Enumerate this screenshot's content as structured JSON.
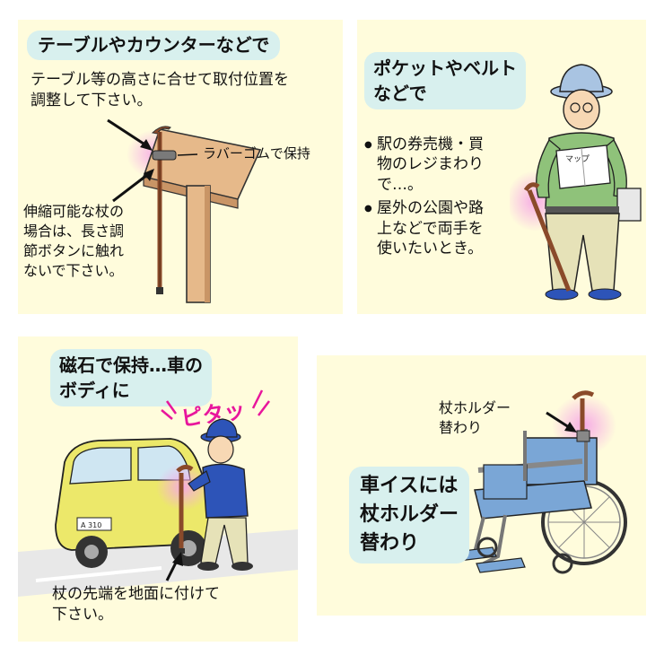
{
  "panel_table": {
    "title": "テーブルやカウンターなどで",
    "desc_line1": "テーブル等の高さに合せて取付位置を",
    "desc_line2": "調整して下さい。",
    "rubber_label": "ラバーゴムで保持",
    "note_line1": "伸縮可能な杖の",
    "note_line2": "場合は、長さ調",
    "note_line3": "節ボタンに触れ",
    "note_line4": "ないで下さい。"
  },
  "panel_pocket": {
    "title_line1": "ポケットやベルト",
    "title_line2": "などで",
    "bullet1_line1": "駅の券売機・買",
    "bullet1_line2": "物のレジまわり",
    "bullet1_line3": "で…。",
    "bullet2_line1": "屋外の公園や路",
    "bullet2_line2": "上などで両手を",
    "bullet2_line3": "使いたいとき。",
    "bullet_mark": "●",
    "map_label": "マップ"
  },
  "panel_magnet": {
    "title_line1": "磁石で保持…車の",
    "title_line2": "ボディに",
    "sfx": "ピタッ",
    "note_line1": "杖の先端を地面に付けて",
    "note_line2": "下さい。",
    "plate": "A 310"
  },
  "panel_wheelchair": {
    "holder_label_line1": "杖ホルダー",
    "holder_label_line2": "替わり",
    "title_line1": "車イスには",
    "title_line2": "杖ホルダー",
    "title_line3": "替わり"
  },
  "colors": {
    "panel_bg": "#fffcdc",
    "title_bg": "#d8f0ee",
    "wood": "#e6b98a",
    "cane": "#8a4a2a",
    "glow": "#f6a8e6",
    "car": "#ece86a",
    "jacket_blue": "#2d54b8",
    "wheelchair_blue": "#7aa6d6",
    "sfx_pink": "#e8169c"
  }
}
